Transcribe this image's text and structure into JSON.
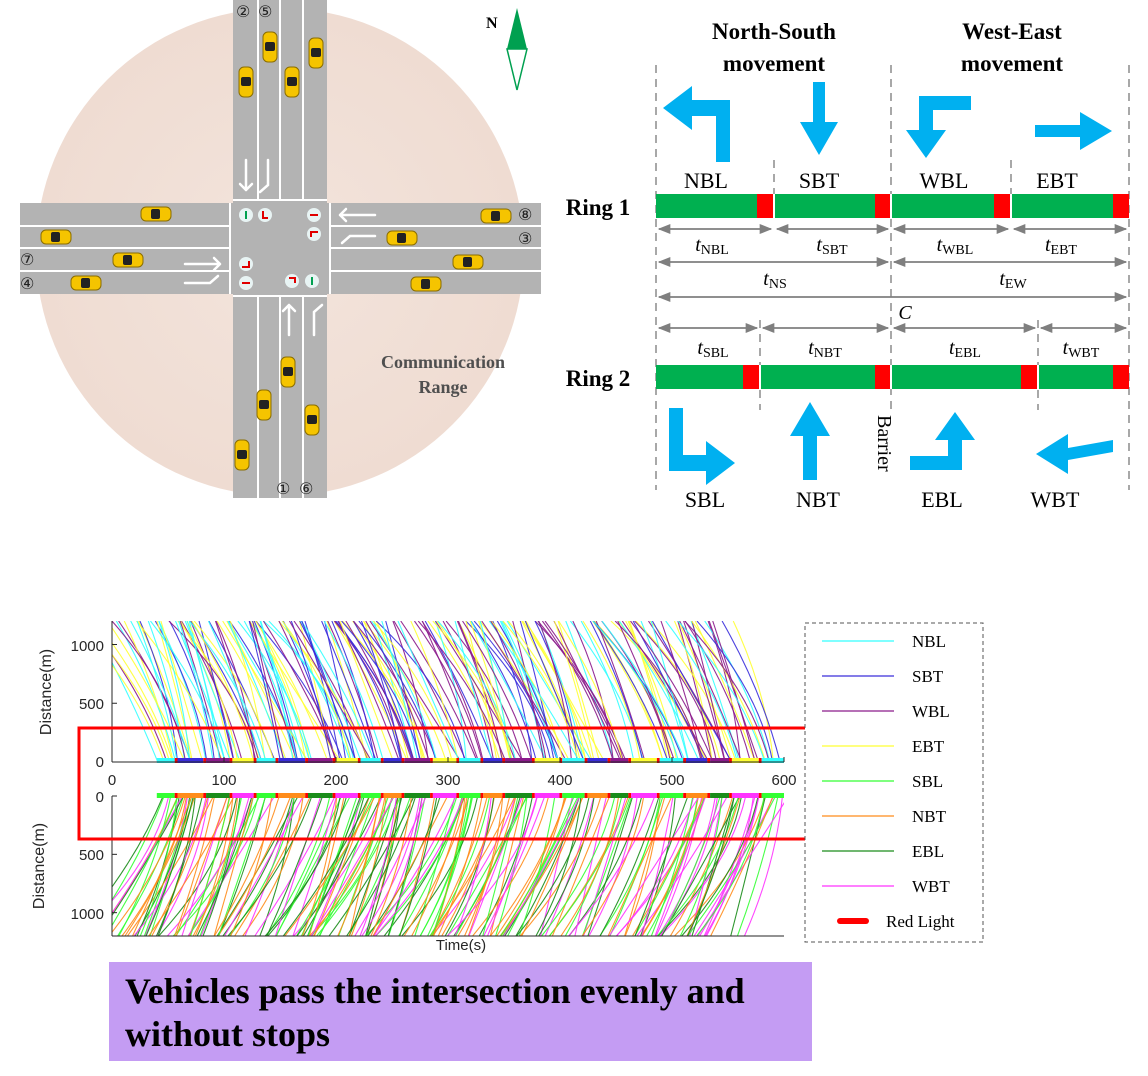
{
  "intersection": {
    "range_label_line1": "Communication",
    "range_label_line2": "Range",
    "north_label": "N",
    "approach_labels": {
      "top": [
        "②",
        "⑤"
      ],
      "bottom": [
        "①",
        "⑥"
      ],
      "right_upper": "⑧",
      "right_lower": "③",
      "left_upper": "⑦",
      "left_lower": "④"
    }
  },
  "ring_diagram": {
    "group_ns_line1": "North-South",
    "group_ns_line2": "movement",
    "group_we_line1": "West-East",
    "group_we_line2": "movement",
    "ring1_label": "Ring 1",
    "ring2_label": "Ring 2",
    "ring1_phases": [
      "NBL",
      "SBT",
      "WBL",
      "EBT"
    ],
    "ring2_phases": [
      "SBL",
      "NBT",
      "EBL",
      "WBT"
    ],
    "ring1_times": [
      {
        "t": "t",
        "sub": "NBL"
      },
      {
        "t": "t",
        "sub": "SBT"
      },
      {
        "t": "t",
        "sub": "WBL"
      },
      {
        "t": "t",
        "sub": "EBT"
      }
    ],
    "ring2_times": [
      {
        "t": "t",
        "sub": "SBL"
      },
      {
        "t": "t",
        "sub": "NBT"
      },
      {
        "t": "t",
        "sub": "EBL"
      },
      {
        "t": "t",
        "sub": "WBT"
      }
    ],
    "t_ns": {
      "t": "t",
      "sub": "NS"
    },
    "t_ew": {
      "t": "t",
      "sub": "EW"
    },
    "cycle_label": "C",
    "barrier_label": "Barrier",
    "colors": {
      "green": "#00b050",
      "red": "#ff0000",
      "arrow": "#00b0f0"
    }
  },
  "chart_data": [
    {
      "type": "line",
      "panel": "upper",
      "ylabel": "Distance(m)",
      "y_ticks": [
        "1000",
        "500",
        "0"
      ],
      "ylim": [
        0,
        1200
      ],
      "x_ticks": [
        "0",
        "100",
        "200",
        "300",
        "400",
        "500",
        "600"
      ],
      "xlim": [
        0,
        600
      ],
      "series": [
        "NBL",
        "SBT",
        "WBL",
        "EBT"
      ]
    },
    {
      "type": "line",
      "panel": "lower",
      "ylabel": "Distance(m)",
      "y_ticks": [
        "0",
        "500",
        "1000"
      ],
      "ylim": [
        0,
        1200
      ],
      "xlabel": "Time(s)",
      "xlim": [
        0,
        600
      ],
      "series": [
        "SBL",
        "NBT",
        "EBL",
        "WBT"
      ]
    }
  ],
  "legend": [
    {
      "label": "NBL",
      "color": "#33ffff"
    },
    {
      "label": "SBT",
      "color": "#3a2ddb"
    },
    {
      "label": "WBL",
      "color": "#8b1a8b"
    },
    {
      "label": "EBT",
      "color": "#ffff33"
    },
    {
      "label": "SBL",
      "color": "#33ff33"
    },
    {
      "label": "NBT",
      "color": "#ff8c1a"
    },
    {
      "label": "EBL",
      "color": "#1a8c1a"
    },
    {
      "label": "WBT",
      "color": "#ff33ff"
    },
    {
      "label": "Red Light",
      "color": "#ff0000"
    }
  ],
  "banner": "Vehicles pass the intersection evenly and without stops"
}
